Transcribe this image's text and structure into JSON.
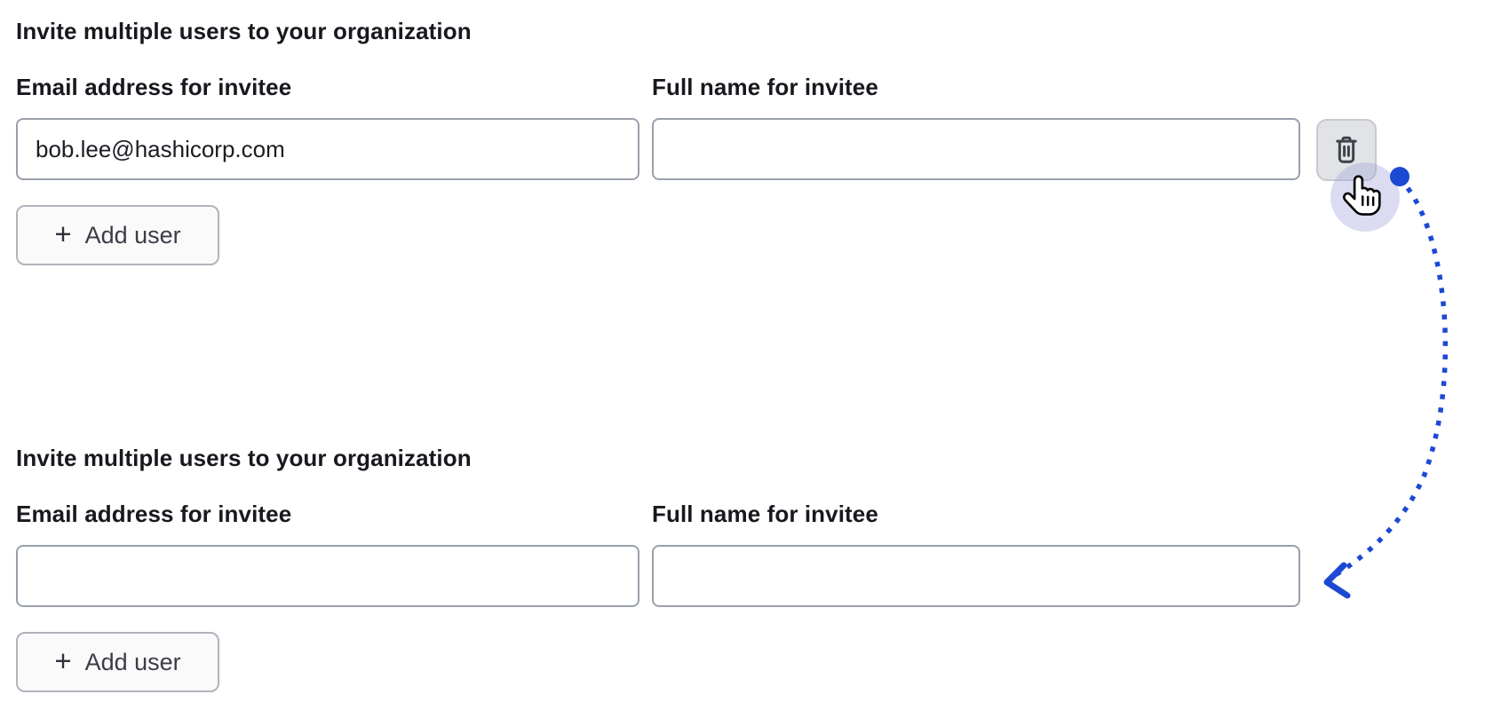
{
  "colors": {
    "accent_blue": "#1c49d4",
    "halo": "rgba(165,168,220,0.40)",
    "text": "#17191e",
    "input_border": "#9aa0ab",
    "button_border": "#b0b4bc",
    "button_bg": "#fafafb",
    "trash_bg": "#e2e3e6",
    "trash_border": "#c7c9ce",
    "icon": "#3f424a"
  },
  "sections": {
    "before": {
      "heading": "Invite multiple users to your organization",
      "email_label": "Email address for invitee",
      "email_value": "bob.lee@hashicorp.com",
      "name_label": "Full name for invitee",
      "name_value": "",
      "add_user": {
        "plus": "+",
        "label": "Add user"
      },
      "delete_icon": "trash-icon"
    },
    "after": {
      "heading": "Invite multiple users to your organization",
      "email_label": "Email address for invitee",
      "email_value": "",
      "name_label": "Full name for invitee",
      "name_value": "",
      "add_user": {
        "plus": "+",
        "label": "Add user"
      }
    }
  },
  "annotation": {
    "cursor_icon": "hand-pointer-cursor",
    "dot_icon": "click-origin-dot",
    "arrow_icon": "dotted-curved-arrow"
  }
}
